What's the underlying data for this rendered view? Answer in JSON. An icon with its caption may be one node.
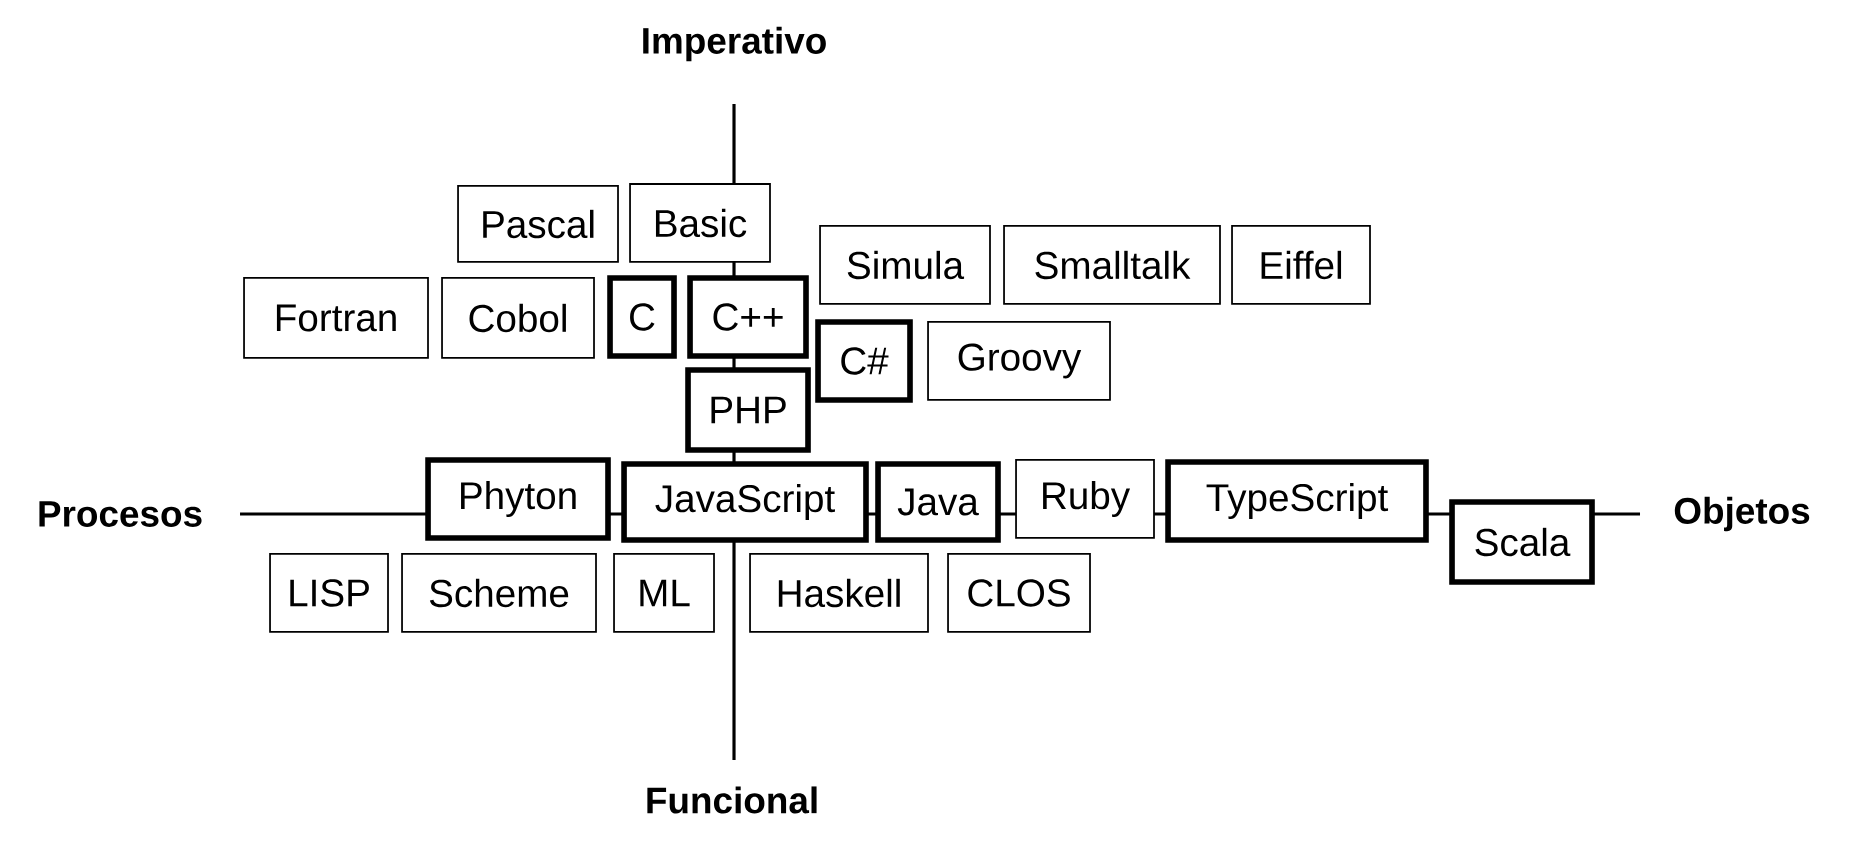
{
  "diagram": {
    "nodes": [
      {
        "text": [
          "Pascal"
        ]
      },
      {
        "text": [
          "Basic"
        ]
      },
      {
        "text": [
          "Simula"
        ]
      },
      {
        "text": [
          "Smalltalk"
        ]
      },
      {
        "text": [
          "Eiffel"
        ]
      },
      {
        "text": [
          "Fortran"
        ]
      },
      {
        "text": [
          "Cobol"
        ]
      },
      {
        "text": [
          "C"
        ]
      },
      {
        "text": [
          "C++"
        ]
      },
      {
        "text": [
          "C#"
        ]
      },
      {
        "text": [
          "Groovy"
        ]
      },
      {
        "text": [
          "PHP"
        ]
      },
      {
        "text": [
          "Phyton"
        ]
      },
      {
        "text": [
          "JavaScript"
        ]
      },
      {
        "text": [
          "Java"
        ]
      },
      {
        "text": [
          "Ruby"
        ]
      },
      {
        "text": [
          "TypeScript"
        ]
      },
      {
        "text": [
          "Scala"
        ]
      },
      {
        "text": [
          "LISP"
        ]
      },
      {
        "text": [
          "Scheme"
        ]
      },
      {
        "text": [
          "ML"
        ]
      },
      {
        "text": [
          "Haskell"
        ]
      },
      {
        "text": [
          "CLOS"
        ]
      }
    ],
    "labels": [
      "Imperativo",
      "Procesos",
      "Objetos",
      "Funcional"
    ]
  }
}
